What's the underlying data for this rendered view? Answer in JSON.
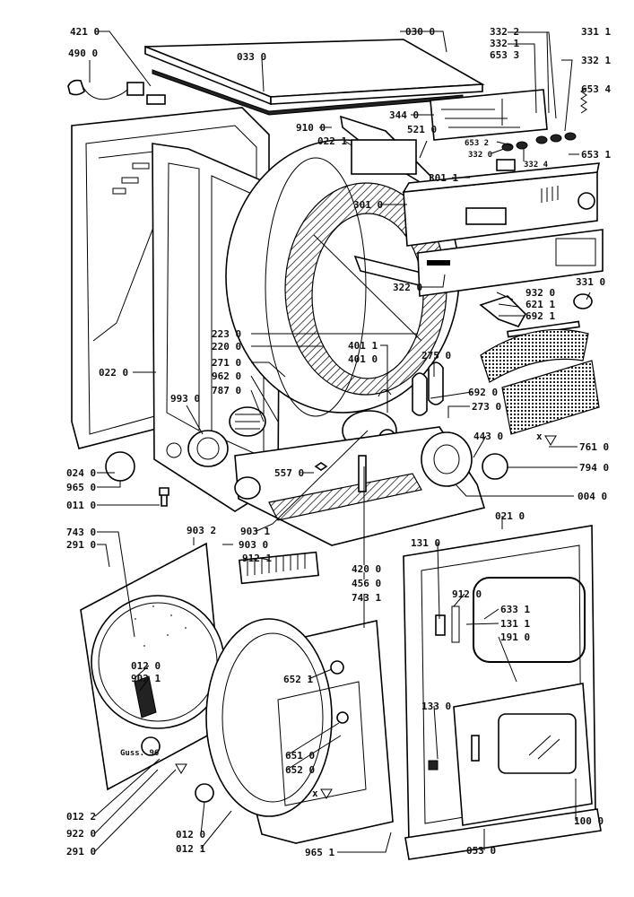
{
  "labels": {
    "l4210": "421 0",
    "l0300": "030 0",
    "l3322": "332 2",
    "l3311": "331 1",
    "l4900": "490 0",
    "l0330": "033 0",
    "l3321": "332 1",
    "l6533": "653 3",
    "l3321b": "332 1",
    "l6534": "653 4",
    "l3440": "344 0",
    "l9100": "910 0",
    "l5210": "521 0",
    "l0221": "022 1",
    "l6532": "653 2",
    "l3320": "332 0",
    "l3324": "332 4",
    "l6531": "653 1",
    "l3011": "301 1",
    "l3010": "301 0",
    "l3220": "322 0",
    "l3310": "331 0",
    "l9320": "932 0",
    "l6211": "621 1",
    "l6921": "692 1",
    "l2230": "223 0",
    "l2200": "220 0",
    "l2710": "271 0",
    "l9620": "962 0",
    "l7870": "787 0",
    "l4011": "401 1",
    "l4010": "401 0",
    "l2750": "275 0",
    "l0220": "022 0",
    "l9930": "993 0",
    "l6920": "692 0",
    "l2730": "273 0",
    "l4430": "443 0",
    "l7610": "761 0",
    "l0240": "024 0",
    "l5570": "557 0",
    "l7940": "794 0",
    "l9650": "965 0",
    "l0040": "004 0",
    "l0110": "011 0",
    "l0210": "021 0",
    "l7430": "743 0",
    "l9032": "903 2",
    "l9031": "903 1",
    "l2910": "291 0",
    "l9030": "903 0",
    "l9121": "912 1",
    "l1310": "131 0",
    "l4200": "420 0",
    "l4560": "456 0",
    "l7431": "743 1",
    "l9120": "912 0",
    "l6331": "633 1",
    "l1311": "131 1",
    "l1910": "191 0",
    "l0120": "012 0",
    "l9021": "902 1",
    "l6521": "652 1",
    "l1330": "133 0",
    "l6510": "651 0",
    "l6520": "652 0",
    "l0122": "012 2",
    "l9220": "922 0",
    "l2910b": "291 0",
    "l0120b": "012 0",
    "l0121": "012 1",
    "l9651": "965 1",
    "l0530": "053 0",
    "l1000": "100 0",
    "markX1": "x",
    "markX2": "x",
    "drumStamp": "Guss. 96"
  },
  "icons": {
    "arrow1": "down-triangle-arrow-icon",
    "arrow2": "down-triangle-arrow-icon",
    "arrow3": "down-triangle-arrow-icon"
  }
}
